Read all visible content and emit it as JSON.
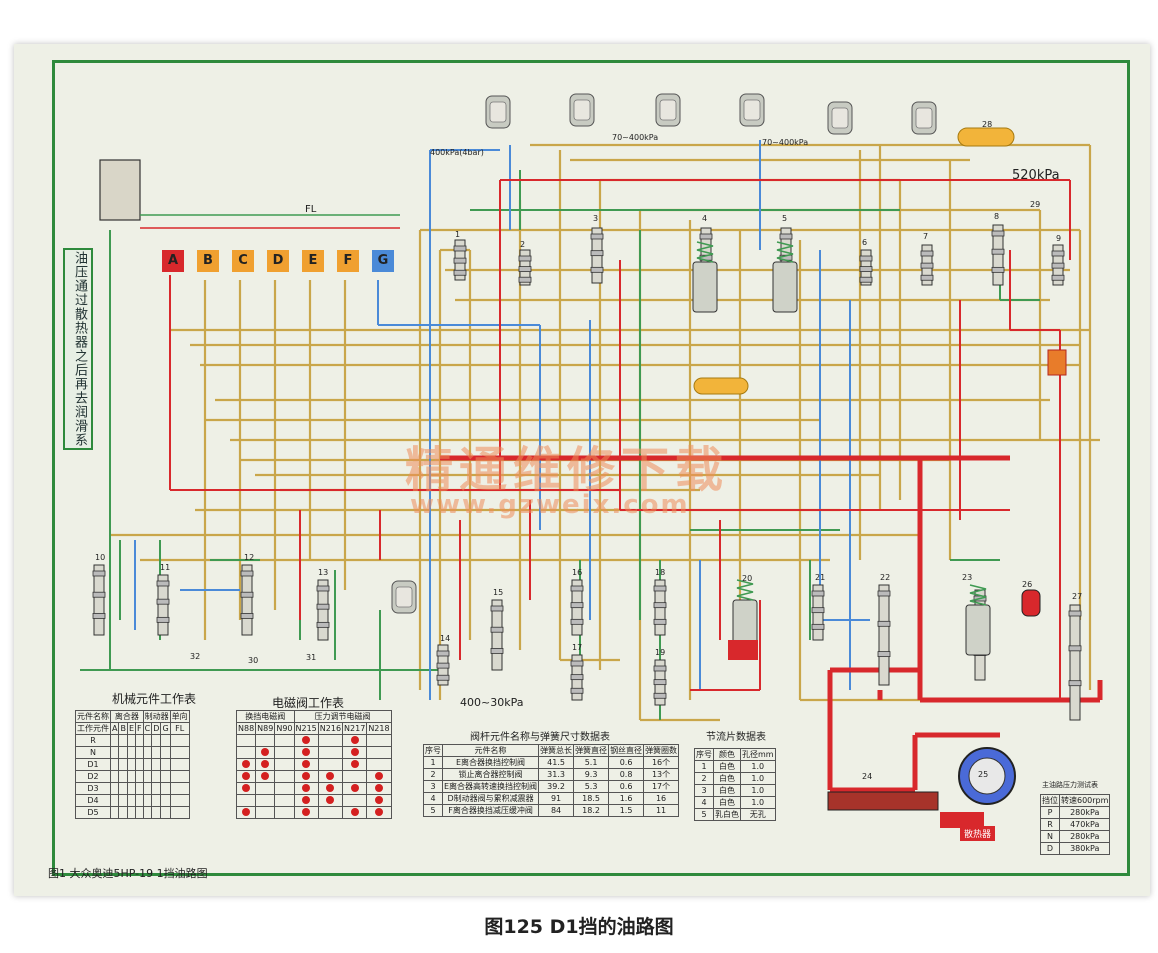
{
  "caption": "图125 D1挡的油路图",
  "figure_caption": "图1  大众奥迪5HP-19 1挡油路图",
  "side_note": "油压通过散热器之后再去润滑系",
  "watermark": {
    "line1": "精通维修下载",
    "line2": "www.gzweix.com"
  },
  "valve_letters": [
    {
      "label": "A",
      "color": "#d8282c"
    },
    {
      "label": "B",
      "color": "#f0a030"
    },
    {
      "label": "C",
      "color": "#f0a030"
    },
    {
      "label": "D",
      "color": "#f0a030"
    },
    {
      "label": "E",
      "color": "#f0a030"
    },
    {
      "label": "F",
      "color": "#f0a030"
    },
    {
      "label": "G",
      "color": "#4a8ad8"
    }
  ],
  "pressures": {
    "p1": "400kPa(4bar)",
    "p2": "70~400kPa",
    "p3": "70~400kPa",
    "p4": "520kPa",
    "p5": "400~30kPa"
  },
  "component_numbers": [
    "1",
    "2",
    "3",
    "4",
    "5",
    "6",
    "7",
    "8",
    "9",
    "10",
    "11",
    "12",
    "13",
    "14",
    "15",
    "16",
    "17",
    "18",
    "19",
    "20",
    "21",
    "22",
    "23",
    "24",
    "25",
    "26",
    "27",
    "28",
    "29",
    "30",
    "31",
    "32"
  ],
  "colors": {
    "red": "#d8282c",
    "tan": "#c9a64a",
    "green": "#3f9a52",
    "blue": "#4a8ad8",
    "frame": "#2e8a3c"
  },
  "table_mech": {
    "title": "机械元件工作表",
    "group_headers": [
      "离合器",
      "制动器",
      "单向"
    ],
    "col_headers": [
      "元件名称",
      "A",
      "B",
      "E",
      "F",
      "C",
      "D",
      "G",
      "FL"
    ],
    "row_head": "工作元件",
    "rows": [
      "R",
      "N",
      "D1",
      "D2",
      "D3",
      "D4",
      "D5"
    ]
  },
  "table_solenoid": {
    "title": "电磁阀工作表",
    "group_headers": [
      "换挡电磁阀",
      "压力调节电磁阀"
    ],
    "col_headers": [
      "N88",
      "N89",
      "N90",
      "N215",
      "N216",
      "N217",
      "N218"
    ]
  },
  "table_spring": {
    "title": "阀杆元件名称与弹簧尺寸数据表",
    "col_headers": [
      "序号",
      "元件名称",
      "弹簧总长",
      "弹簧直径",
      "钢丝直径",
      "弹簧圈数"
    ],
    "rows": [
      [
        "1",
        "E离合器换挡控制阀",
        "41.5",
        "5.1",
        "0.6",
        "16个"
      ],
      [
        "2",
        "锁止离合器控制阀",
        "31.3",
        "9.3",
        "0.8",
        "13个"
      ],
      [
        "3",
        "E离合器高转速换挡控制阀",
        "39.2",
        "5.3",
        "0.6",
        "17个"
      ],
      [
        "4",
        "D制动器阀与累积减震器",
        "91",
        "18.5",
        "1.6",
        "16"
      ],
      [
        "5",
        "F离合器换挡减压缓冲阀",
        "84",
        "18.2",
        "1.5",
        "11"
      ]
    ]
  },
  "table_orifice": {
    "title": "节流片数据表",
    "col_headers": [
      "序号",
      "颜色",
      "孔径mm"
    ],
    "rows": [
      [
        "1",
        "白色",
        "1.0"
      ],
      [
        "2",
        "白色",
        "1.0"
      ],
      [
        "3",
        "白色",
        "1.0"
      ],
      [
        "4",
        "白色",
        "1.0"
      ],
      [
        "5",
        "乳白色",
        "无孔"
      ]
    ]
  },
  "table_pressure": {
    "title": "主油路压力测试表",
    "col_headers": [
      "挡位",
      "转速600rpm"
    ],
    "rows": [
      [
        "P",
        "280kPa"
      ],
      [
        "R",
        "470kPa"
      ],
      [
        "N",
        "280kPa"
      ],
      [
        "D",
        "380kPa"
      ]
    ]
  },
  "component_labels": {
    "radiator": "散热器",
    "fl": "FL"
  }
}
